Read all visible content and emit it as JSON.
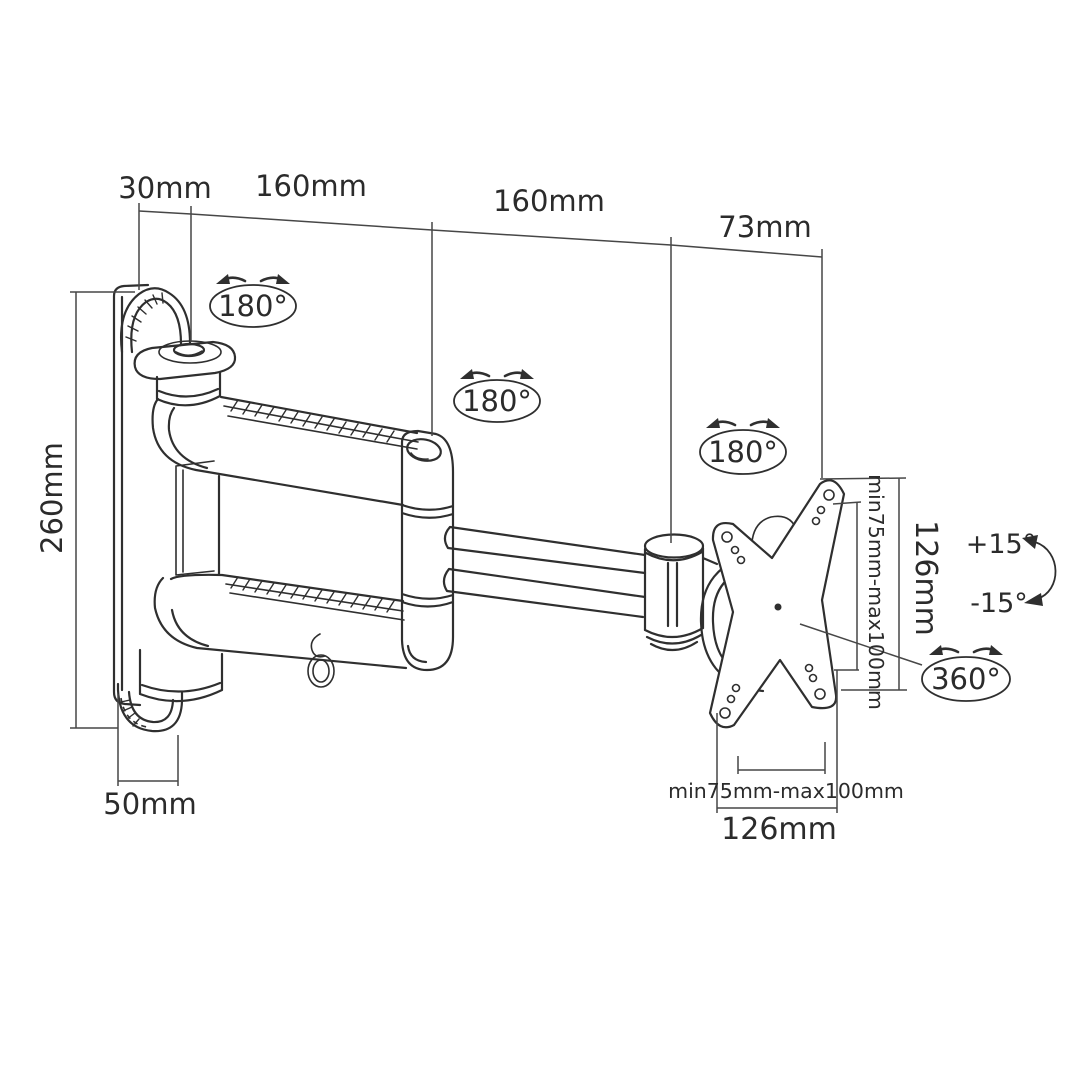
{
  "diagram": {
    "kind": "technical line drawing",
    "subject": "articulating monitor wall mount arm - dimension diagram",
    "colors": {
      "background": "#ffffff",
      "line": "#2f2f2f",
      "dim": "#474747",
      "text": "#2b2b2b"
    }
  },
  "dimensions": {
    "top": {
      "wall_offset": "30mm",
      "arm1_length": "160mm",
      "arm2_length": "160mm",
      "head_depth": "73mm"
    },
    "left": {
      "plate_height": "260mm"
    },
    "bottom_left": {
      "plate_width": "50mm"
    },
    "right": {
      "vesa_range_vertical": "min75mm-max100mm",
      "plate_span_vertical": "126mm"
    },
    "bottom_right": {
      "vesa_range_horizontal": "min75mm-max100mm",
      "plate_span_horizontal": "126mm"
    }
  },
  "rotations": {
    "wall_pivot": "180°",
    "elbow_pivot": "180°",
    "head_pivot": "180°",
    "tilt_up": "+15°",
    "tilt_down": "-15°",
    "spin": "360°"
  }
}
